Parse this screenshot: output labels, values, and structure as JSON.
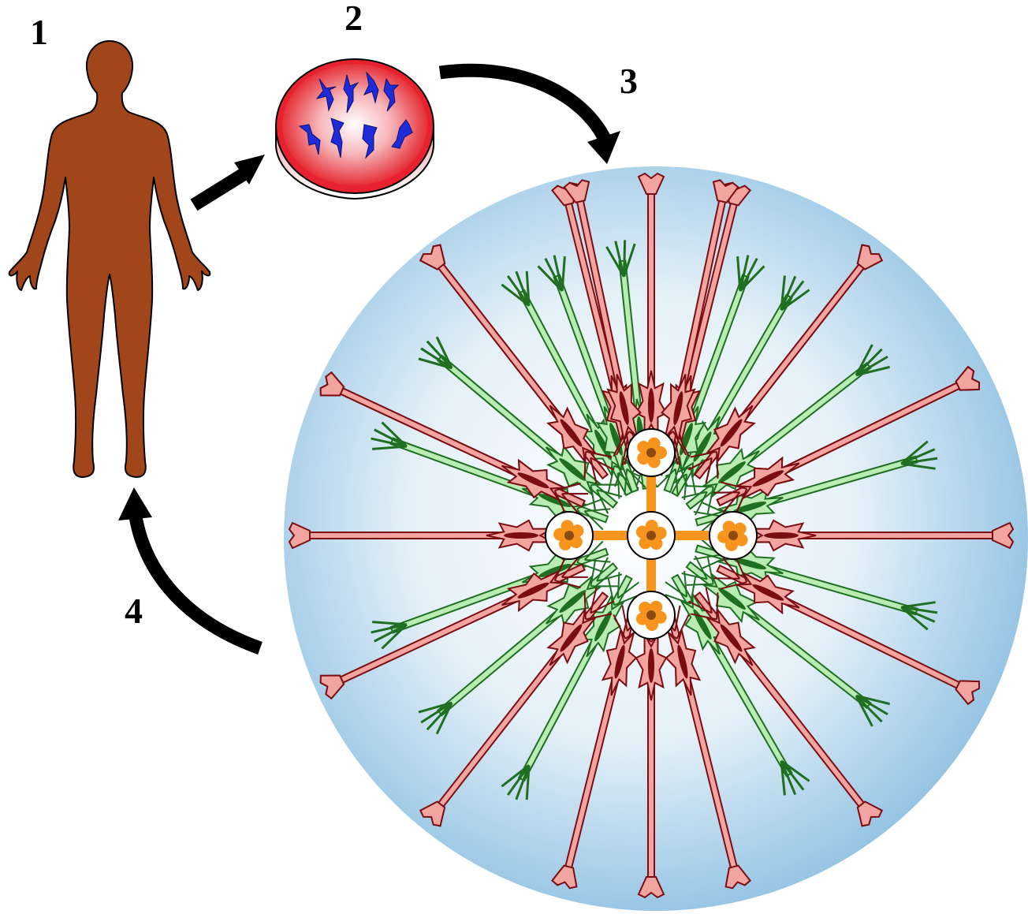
{
  "steps": [
    {
      "label": "1",
      "icon": "human-figure-icon"
    },
    {
      "label": "2",
      "icon": "petri-dish-icon"
    },
    {
      "label": "3",
      "icon": "organoid-sphere-icon"
    },
    {
      "label": "4",
      "icon": "return-arrow-icon"
    }
  ],
  "colors": {
    "human": "#a1461a",
    "dish_red": "#e8212f",
    "dish_cells": "#1f2bd8",
    "sphere_edge": "#9cc8e6",
    "neuron_red_fill": "#f2a5a0",
    "neuron_red_nucleus": "#7a0d12",
    "neuron_green_fill": "#b9ecb2",
    "neuron_green_nucleus": "#1f6e21",
    "core_orange": "#f7941d",
    "arrow": "#000000"
  }
}
